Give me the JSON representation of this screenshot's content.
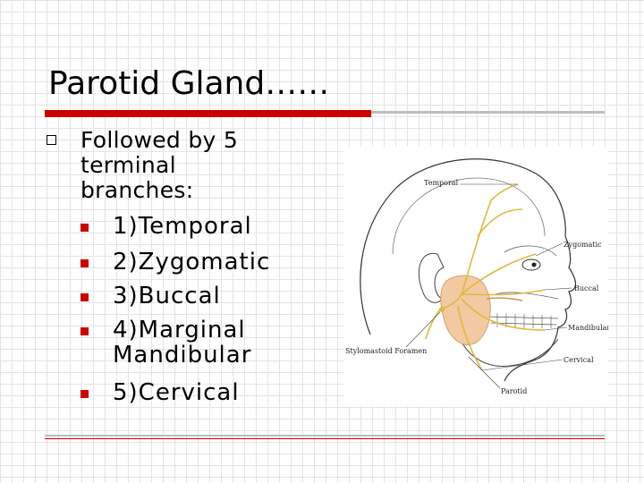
{
  "slide": {
    "title": "Parotid Gland……",
    "intro_lines": [
      "Followed by 5",
      "terminal",
      "branches:"
    ],
    "branches": [
      {
        "lines": [
          "1)Temporal"
        ]
      },
      {
        "lines": [
          "2)Zygomatic"
        ]
      },
      {
        "lines": [
          "3)Buccal"
        ]
      },
      {
        "lines": [
          "4)Marginal",
          "Mandibular"
        ]
      },
      {
        "lines": [
          "5)Cervical"
        ]
      }
    ]
  },
  "figure": {
    "labels": {
      "temporal": "Temporal",
      "zygomatic": "Zygomatic",
      "buccal": "Buccal",
      "mandibular": "Mandibular",
      "cervical": "Cervical",
      "parotid": "Parotid",
      "stylomastoid": "Stylomastoid Foramen"
    }
  },
  "colors": {
    "accent_red": "#cc0000",
    "rule_gray": "#bdbdbd",
    "gland": "#f2c9a0",
    "nerve": "#e8c84a"
  }
}
